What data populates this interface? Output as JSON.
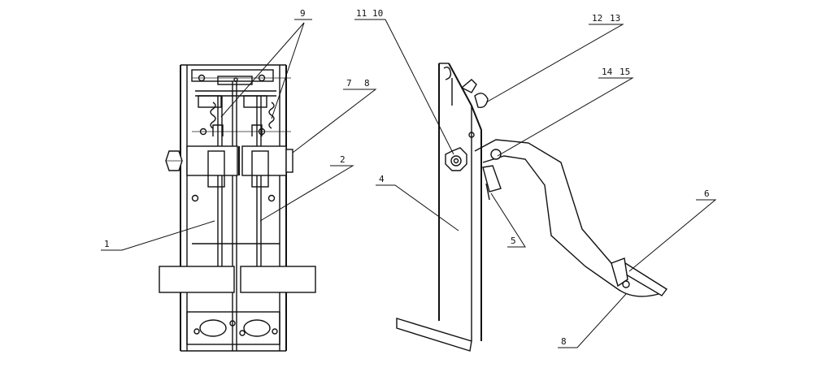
{
  "callouts": {
    "c1": "1",
    "c2": "2",
    "c4": "4",
    "c5": "5",
    "c6": "6",
    "c7": "7",
    "c8a": "8",
    "c8b": "8",
    "c9": "9",
    "c10": "10",
    "c11": "11",
    "c12": "12",
    "c13": "13",
    "c14": "14",
    "c15": "15"
  }
}
